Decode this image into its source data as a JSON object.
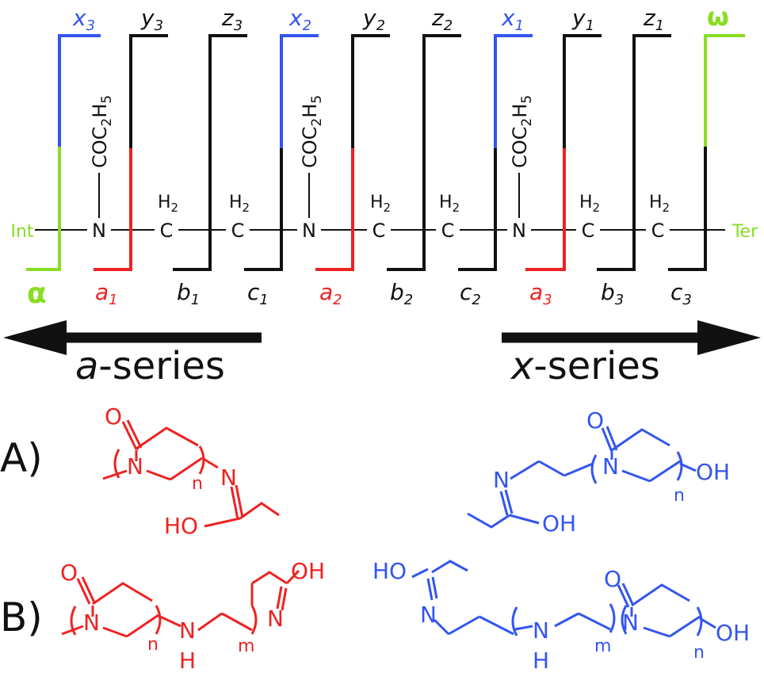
{
  "colors": {
    "black": "#111111",
    "red": "#ee2222",
    "blue": "#3355ee",
    "green": "#88dd22"
  },
  "chain": {
    "int_label": "Int",
    "ter_label": "Ter",
    "nitrogen": "N",
    "carbon": "C",
    "h2_sym": "H",
    "h2_sub": "2",
    "substituent": {
      "p1": "COC",
      "s1": "2",
      "p2": "H",
      "s2": "5"
    }
  },
  "fragments": {
    "alpha": "α",
    "omega": "ω",
    "top": [
      {
        "letter": "x",
        "sub": "3"
      },
      {
        "letter": "y",
        "sub": "3"
      },
      {
        "letter": "z",
        "sub": "3"
      },
      {
        "letter": "x",
        "sub": "2"
      },
      {
        "letter": "y",
        "sub": "2"
      },
      {
        "letter": "z",
        "sub": "2"
      },
      {
        "letter": "x",
        "sub": "1"
      },
      {
        "letter": "y",
        "sub": "1"
      },
      {
        "letter": "z",
        "sub": "1"
      }
    ],
    "bottom": [
      {
        "letter": "a",
        "sub": "1"
      },
      {
        "letter": "b",
        "sub": "1"
      },
      {
        "letter": "c",
        "sub": "1"
      },
      {
        "letter": "a",
        "sub": "2"
      },
      {
        "letter": "b",
        "sub": "2"
      },
      {
        "letter": "c",
        "sub": "2"
      },
      {
        "letter": "a",
        "sub": "3"
      },
      {
        "letter": "b",
        "sub": "3"
      },
      {
        "letter": "c",
        "sub": "3"
      }
    ]
  },
  "series": {
    "a_letter": "a",
    "x_letter": "x",
    "suffix": "-series"
  },
  "panels": {
    "A": {
      "label": "A)",
      "left": {
        "o": "O",
        "n": "N",
        "sub_n": "n",
        "imine_n": "N",
        "ho": "HO"
      },
      "right": {
        "o": "O",
        "n": "N",
        "sub_n": "n",
        "oh": "OH",
        "imine_n": "N",
        "oh2": "OH"
      }
    },
    "B": {
      "label": "B)",
      "left": {
        "o": "O",
        "n": "N",
        "sub_n": "n",
        "nh_n": "N",
        "nh_h": "H",
        "sub_m": "m",
        "oh": "OH",
        "imine_n": "N"
      },
      "right": {
        "ho": "HO",
        "imine_n": "N",
        "nh_n": "N",
        "nh_h": "H",
        "sub_m": "m",
        "o": "O",
        "n": "N",
        "sub_n": "n",
        "oh": "OH"
      }
    }
  }
}
